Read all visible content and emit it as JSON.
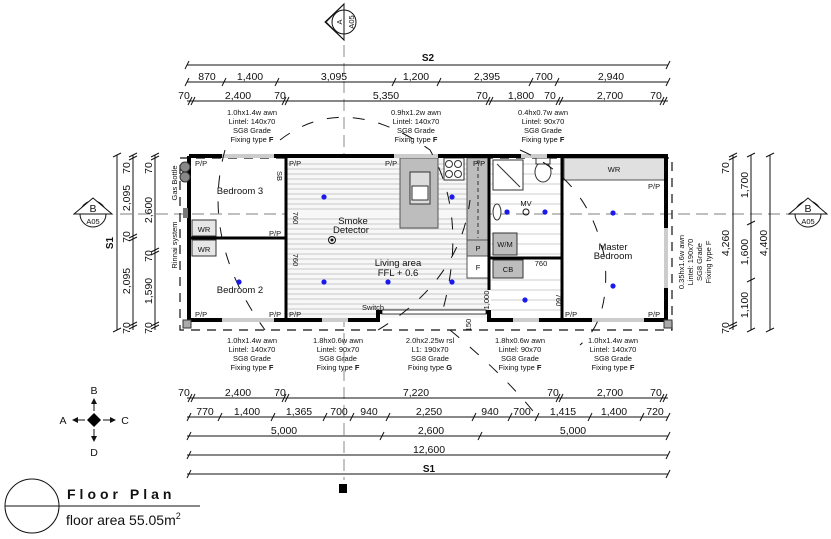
{
  "drawing": {
    "title": "Floor Plan",
    "floor_area": "floor area 55.05m",
    "floor_area_sup": "2"
  },
  "section_markers": {
    "A": {
      "letter": "A",
      "sheet": "A05"
    },
    "B_left": {
      "letter": "B",
      "sheet": "A05"
    },
    "B_right": {
      "letter": "B",
      "sheet": "A05"
    }
  },
  "compass": {
    "up": "B",
    "left": "A",
    "right": "C",
    "down": "D"
  },
  "top_dimensions": {
    "overall_label": "S2",
    "row1": [
      "870",
      "1,400",
      "3,095",
      "1,200",
      "2,395",
      "700",
      "2,940"
    ],
    "row2": [
      "70",
      "2,400",
      "70",
      "5,350",
      "70",
      "1,800",
      "70",
      "2,700",
      "70"
    ]
  },
  "bottom_dimensions": {
    "row1": [
      "70",
      "2,400",
      "70",
      "7,220",
      "70",
      "2,700",
      "70"
    ],
    "row2": [
      "770",
      "1,400",
      "1,365",
      "700",
      "940",
      "2,250",
      "940",
      "700",
      "1,415",
      "1,400",
      "720"
    ],
    "row3": [
      "5,000",
      "2,600",
      "5,000"
    ],
    "row4": [
      "12,600"
    ],
    "overall_label": "S1"
  },
  "left_dimensions": {
    "overall_label": "S1",
    "col1": [
      "70",
      "2,095",
      "70",
      "2,095",
      "70"
    ],
    "col2": [
      "70",
      "2,600",
      "70",
      "1,590",
      "70"
    ]
  },
  "right_dimensions": {
    "col1": [
      "70",
      "4,260",
      "70"
    ],
    "col2": [
      "1,700",
      "1,600",
      "1,100"
    ],
    "col3": [
      "4,400"
    ]
  },
  "window_notes_top": [
    {
      "size": "1.0hx1.4w awn",
      "lintel": "Lintel: 140x70",
      "grade": "SG8 Grade",
      "fixing": "Fixing type ",
      "fix_code": "F"
    },
    {
      "size": "0.9hx1.2w awn",
      "lintel": "Lintel: 140x70",
      "grade": "SG8 Grade",
      "fixing": "Fixing type ",
      "fix_code": "F"
    },
    {
      "size": "0.4hx0.7w awn",
      "lintel": "Lintel: 90x70",
      "grade": "SG8 Grade",
      "fixing": "Fixing type ",
      "fix_code": "F"
    }
  ],
  "window_notes_bottom": [
    {
      "size": "1.0hx1.4w awn",
      "lintel": "Lintel: 140x70",
      "grade": "SG8 Grade",
      "fixing": "Fixing type ",
      "fix_code": "F"
    },
    {
      "size": "1.8hx0.6w awn",
      "lintel": "Lintel: 90x70",
      "grade": "SG8 Grade",
      "fixing": "Fixing type ",
      "fix_code": "F"
    },
    {
      "size": "2.0hx2.25w rsl",
      "lintel": "L1: 190x70",
      "grade": "SG8 Grade",
      "fixing": "Fixing type ",
      "fix_code": "G"
    },
    {
      "size": "1.8hx0.6w awn",
      "lintel": "Lintel: 90x70",
      "grade": "SG8 Grade",
      "fixing": "Fixing type ",
      "fix_code": "F"
    },
    {
      "size": "1.0hx1.4w awn",
      "lintel": "Lintel: 140x70",
      "grade": "SG8 Grade",
      "fixing": "Fixing type ",
      "fix_code": "F"
    }
  ],
  "window_note_right": {
    "size": "0.35hx1.6w awn",
    "lintel": "Lintel: 190x70",
    "grade": "SG8 Grade",
    "fixing": "Fixing type F"
  },
  "rooms": {
    "bedroom3": "Bedroom 3",
    "bedroom2": "Bedroom 2",
    "living_line1": "Living area",
    "living_line2": "FFL + 0.6",
    "master_line1": "Master",
    "master_line2": "Bedroom"
  },
  "fixtures": {
    "wr": "WR",
    "pp": "P/P",
    "sb": "SB",
    "pantry": "P",
    "fridge": "F",
    "wm": "W/M",
    "cb": "CB",
    "mv": "MV",
    "smoke1": "Smoke",
    "smoke2": "Detector",
    "switch": "Switch",
    "gas_bottle": "Gas Bottle",
    "rinnai": "Rinnai system",
    "door760": "760",
    "dim1000": "1,000",
    "dim150": "150"
  }
}
